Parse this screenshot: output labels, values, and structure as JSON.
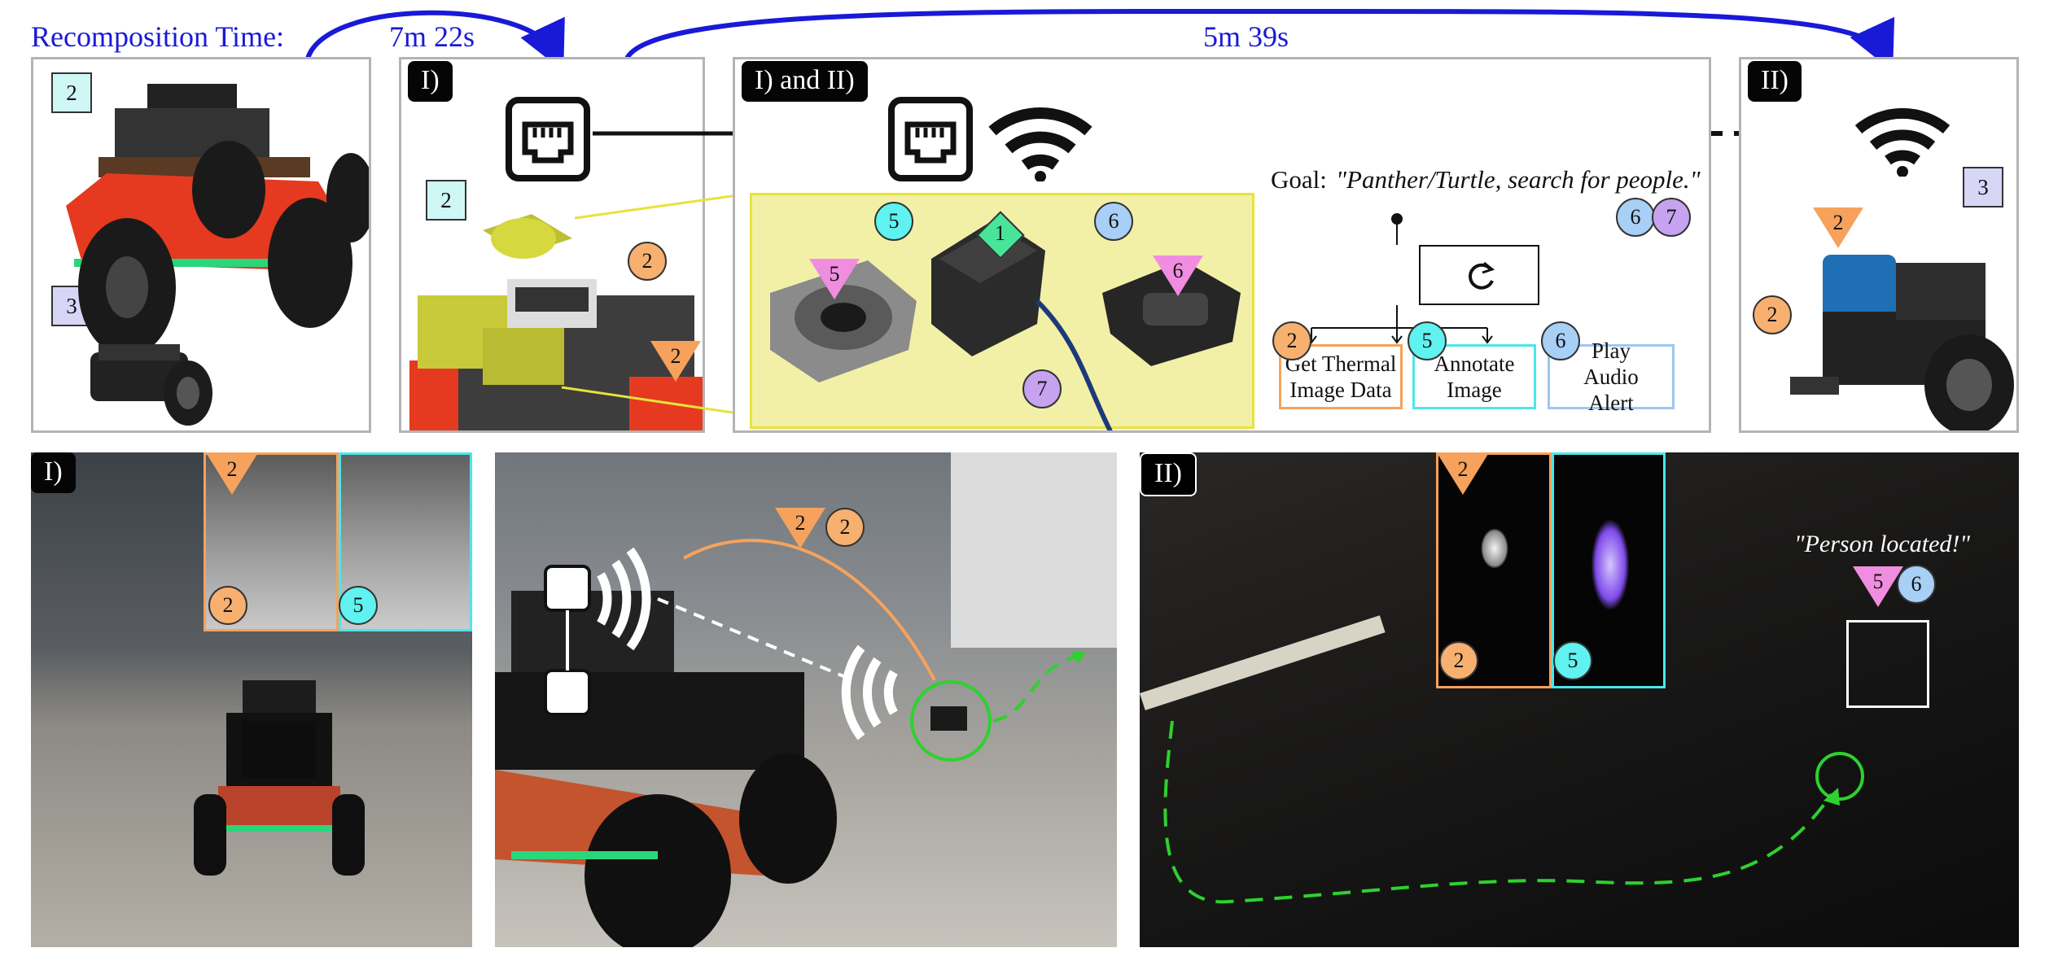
{
  "header": {
    "recomposition_label": "Recomposition Time:",
    "time_first": "7m 22s",
    "time_second": "5m 39s",
    "arrow_color": "#1919d8"
  },
  "panels": {
    "top_left": {
      "robot_a_id": "2",
      "robot_b_id": "3"
    },
    "config_one": {
      "tag": "I)",
      "robot_id": "2",
      "component_id": "2"
    },
    "config_shared": {
      "tag": "I) and II)",
      "goal_label": "Goal:",
      "goal_text": "\"Panther/Turtle, search for people.\"",
      "goal_ids": [
        "6",
        "7"
      ],
      "component_ids": {
        "camera": "5",
        "computer": "1",
        "usb": "6",
        "speaker": "6",
        "cable": "7",
        "thermal": "5"
      },
      "tree": {
        "root_icon": "loop-icon",
        "children": [
          {
            "id": "2",
            "label": "Get Thermal Image Data",
            "color": "#f6a25c"
          },
          {
            "id": "5",
            "label": "Annotate Image",
            "color": "#4ce6ec"
          },
          {
            "id": "6",
            "label": "Play Audio Alert",
            "color": "#9dc7f2"
          }
        ]
      }
    },
    "config_two": {
      "tag": "II)",
      "robot_id": "3",
      "component_id": "2",
      "component_id_b": "2"
    }
  },
  "bottom": {
    "left": {
      "tag": "I)",
      "inset_a_id": "2",
      "inset_a_tri": "2",
      "inset_b_id": "5"
    },
    "middle": {
      "tri_id": "2",
      "circle_id": "2"
    },
    "right": {
      "tag": "II)",
      "inset_a_tri": "2",
      "inset_a_id": "2",
      "inset_b_id": "5",
      "callout": "\"Person located!\"",
      "callout_tri": "5",
      "callout_circle": "6"
    }
  },
  "colors": {
    "orange": "#f6a25c",
    "cyan": "#4ce6ec",
    "blue": "#9dc7f2",
    "purple": "#c6a2ef",
    "pink": "#f08de0",
    "green_diamond": "#49e39a",
    "path_green": "#2ed12e",
    "highlight_yellow": "#f2f0a6"
  }
}
